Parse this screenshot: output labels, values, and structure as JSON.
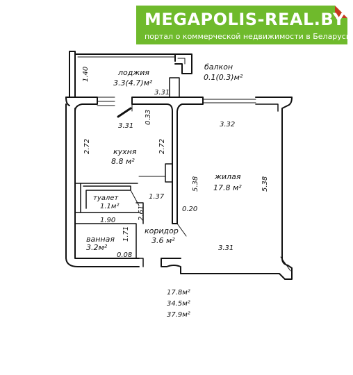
{
  "banner": {
    "title": "MEGAPOLIS-REAL.BY",
    "subtitle": "портал о коммерческой недвижимости в Беларуси"
  },
  "rooms": {
    "loggia_name": "лоджия",
    "loggia_area": "3.3(4.7)м²",
    "balcony_name": "балкон",
    "balcony_area": "0.1(0.3)м²",
    "kitchen_name": "кухня",
    "kitchen_area": "8.8 м²",
    "living_name": "жилая",
    "living_area": "17.8 м²",
    "toilet_name": "туалет",
    "toilet_area": "1.1м²",
    "bath_name": "ванная",
    "bath_area": "3.2м²",
    "corridor_name": "коридор",
    "corridor_area": "3.6 м²"
  },
  "dimensions": {
    "d_140": "1.40",
    "d_331_loggia": "3.31",
    "d_331_kitchen": "3.31",
    "d_033": "0.33",
    "d_332": "3.32",
    "d_272_left": "2.72",
    "d_272_right": "2.72",
    "d_538_left": "5.38",
    "d_538_right": "5.38",
    "d_137": "1.37",
    "d_020": "0.20",
    "d_190": "1.90",
    "d_261": "2.61",
    "d_171": "1.71",
    "d_008": "0.08",
    "d_331_bottom": "3.31"
  },
  "totals": {
    "living": "17.8м²",
    "total": "34.5м²",
    "total_with_loggia": "37.9м²"
  },
  "colors": {
    "banner_green": "#6fba2c",
    "banner_corner": "#c8391f",
    "wall": "#111111"
  }
}
